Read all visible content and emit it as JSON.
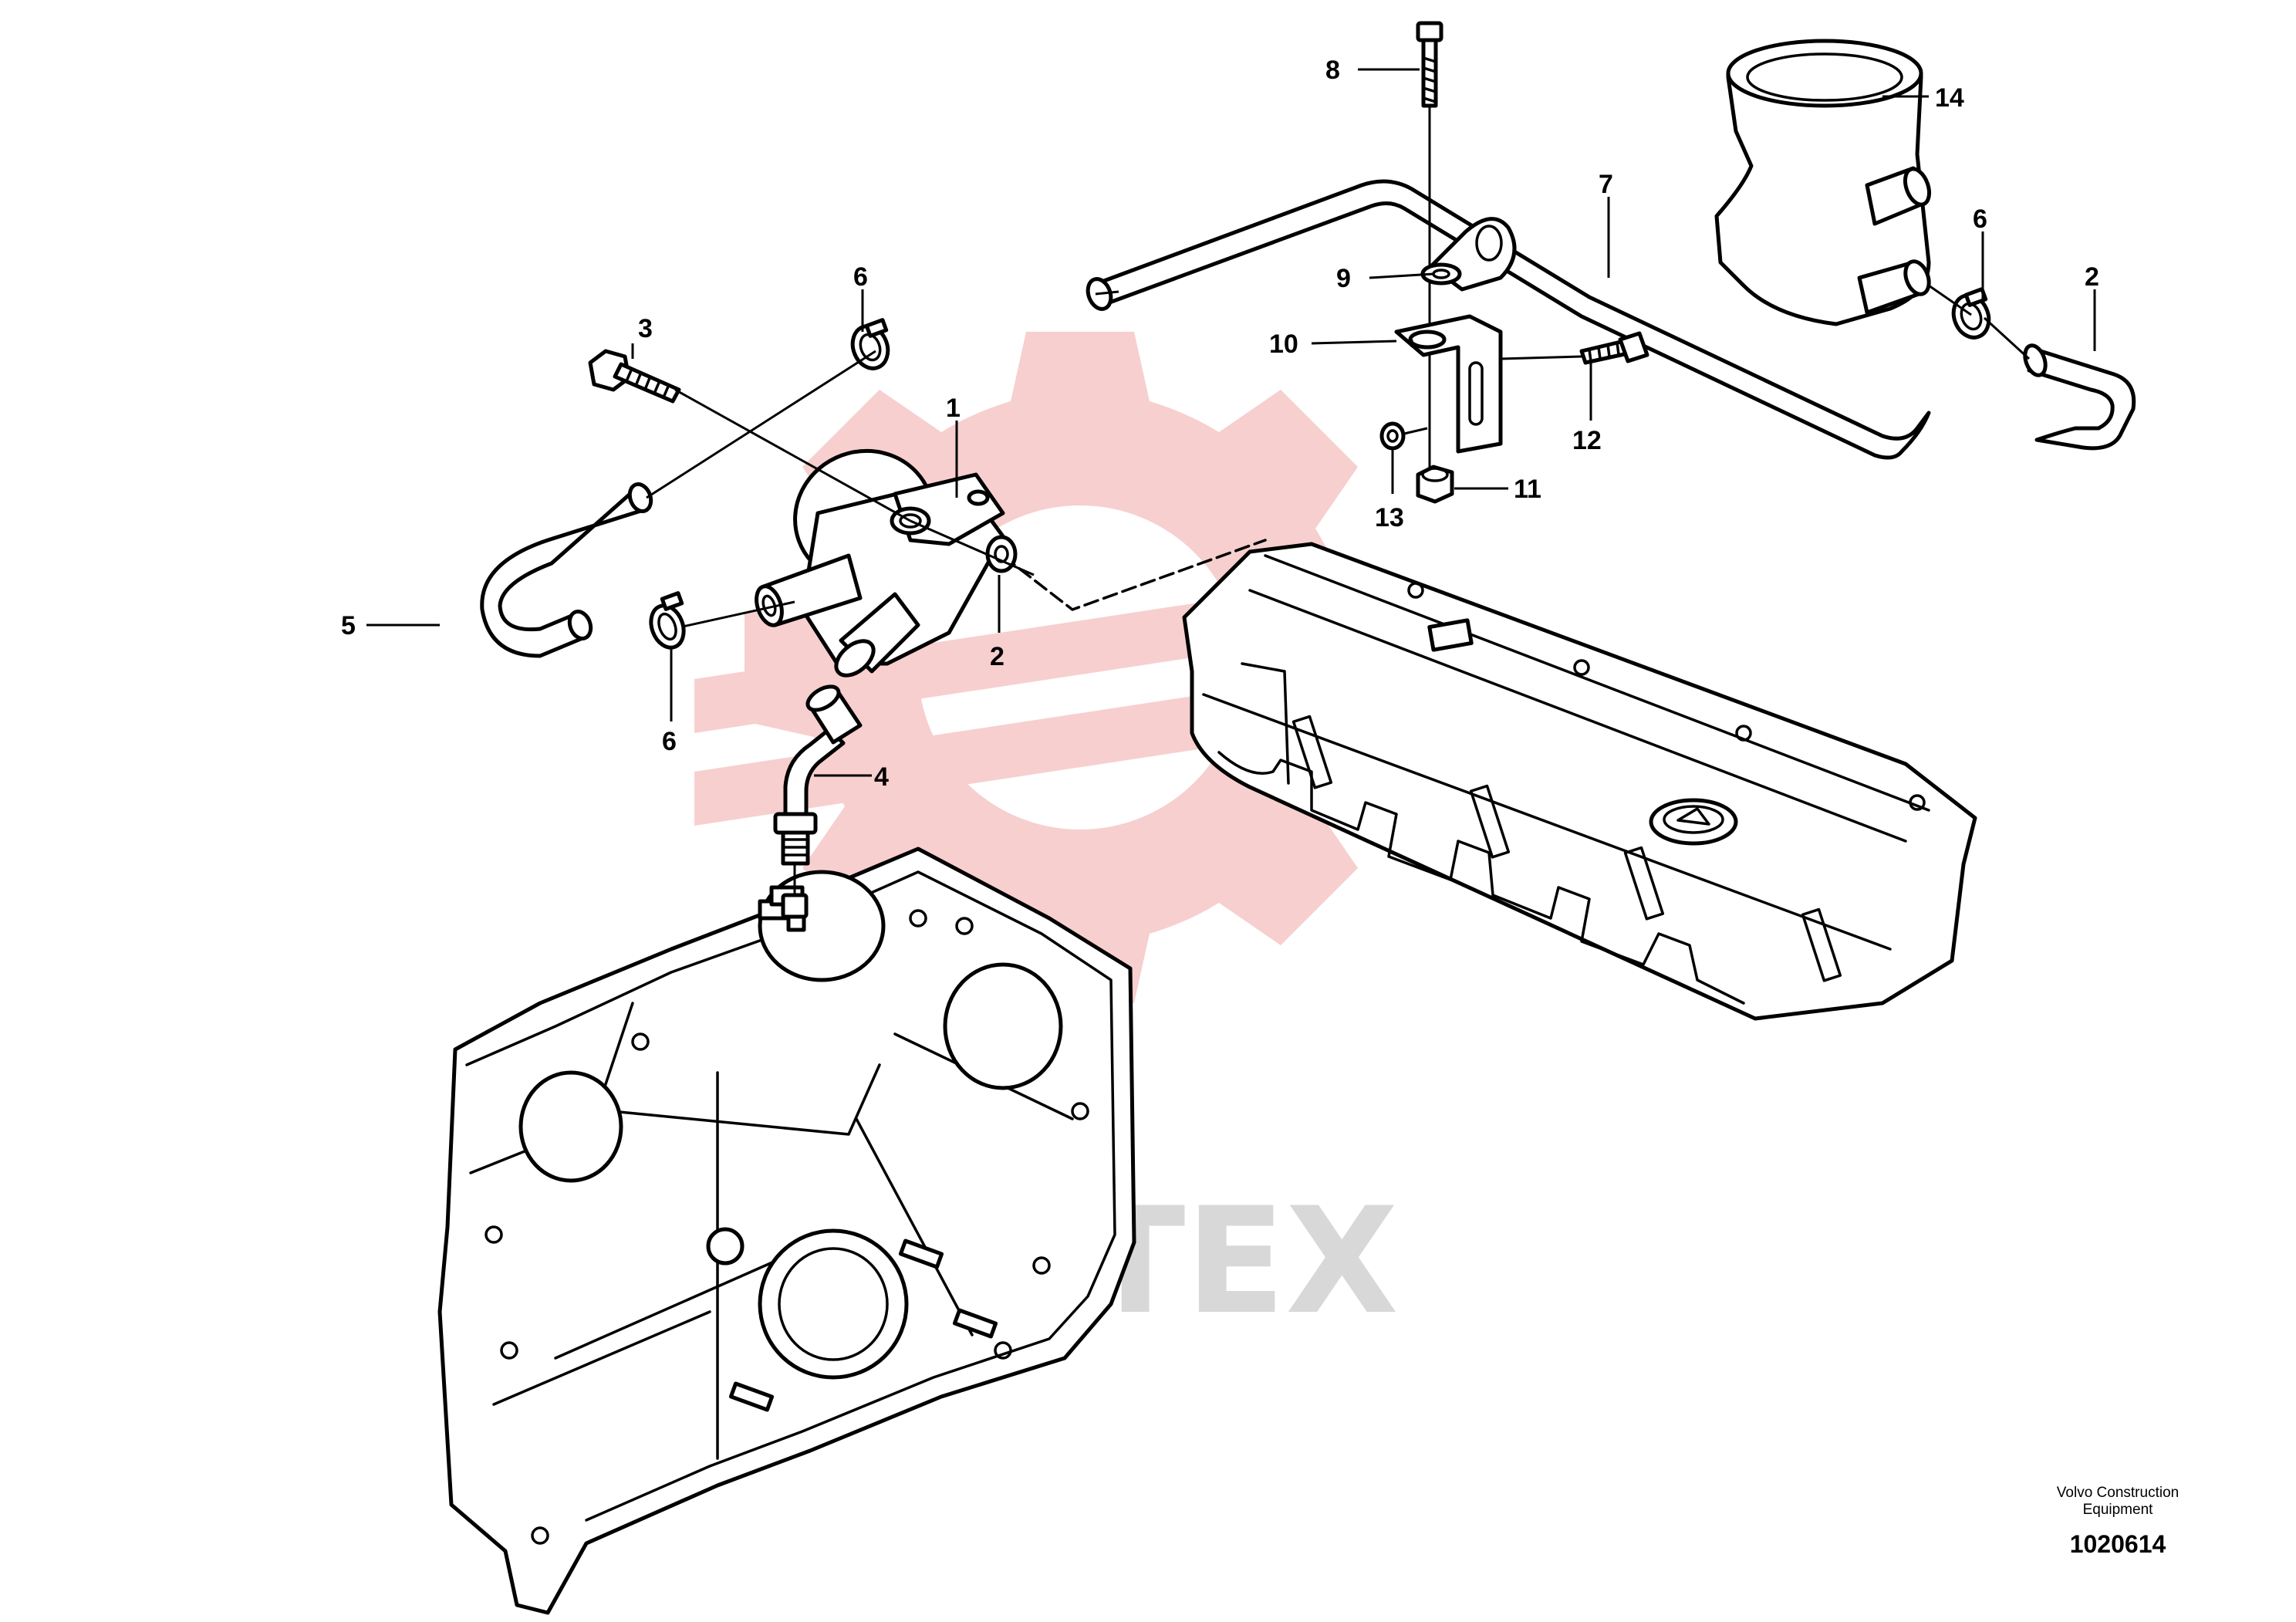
{
  "callouts": [
    {
      "id": "c1",
      "label": "1"
    },
    {
      "id": "c2a",
      "label": "2"
    },
    {
      "id": "c2b",
      "label": "2"
    },
    {
      "id": "c3",
      "label": "3"
    },
    {
      "id": "c4",
      "label": "4"
    },
    {
      "id": "c5",
      "label": "5"
    },
    {
      "id": "c6a",
      "label": "6"
    },
    {
      "id": "c6b",
      "label": "6"
    },
    {
      "id": "c6c",
      "label": "6"
    },
    {
      "id": "c7",
      "label": "7"
    },
    {
      "id": "c8",
      "label": "8"
    },
    {
      "id": "c9",
      "label": "9"
    },
    {
      "id": "c10",
      "label": "10"
    },
    {
      "id": "c11",
      "label": "11"
    },
    {
      "id": "c12",
      "label": "12"
    },
    {
      "id": "c13",
      "label": "13"
    },
    {
      "id": "c14",
      "label": "14"
    }
  ],
  "footer": {
    "company_line1": "Volvo Construction",
    "company_line2": "Equipment",
    "drawing_number": "1020614"
  },
  "watermark": {
    "text": "MRTEX",
    "color": "#d8d8d8",
    "gear_color": "#f4c4c4"
  }
}
